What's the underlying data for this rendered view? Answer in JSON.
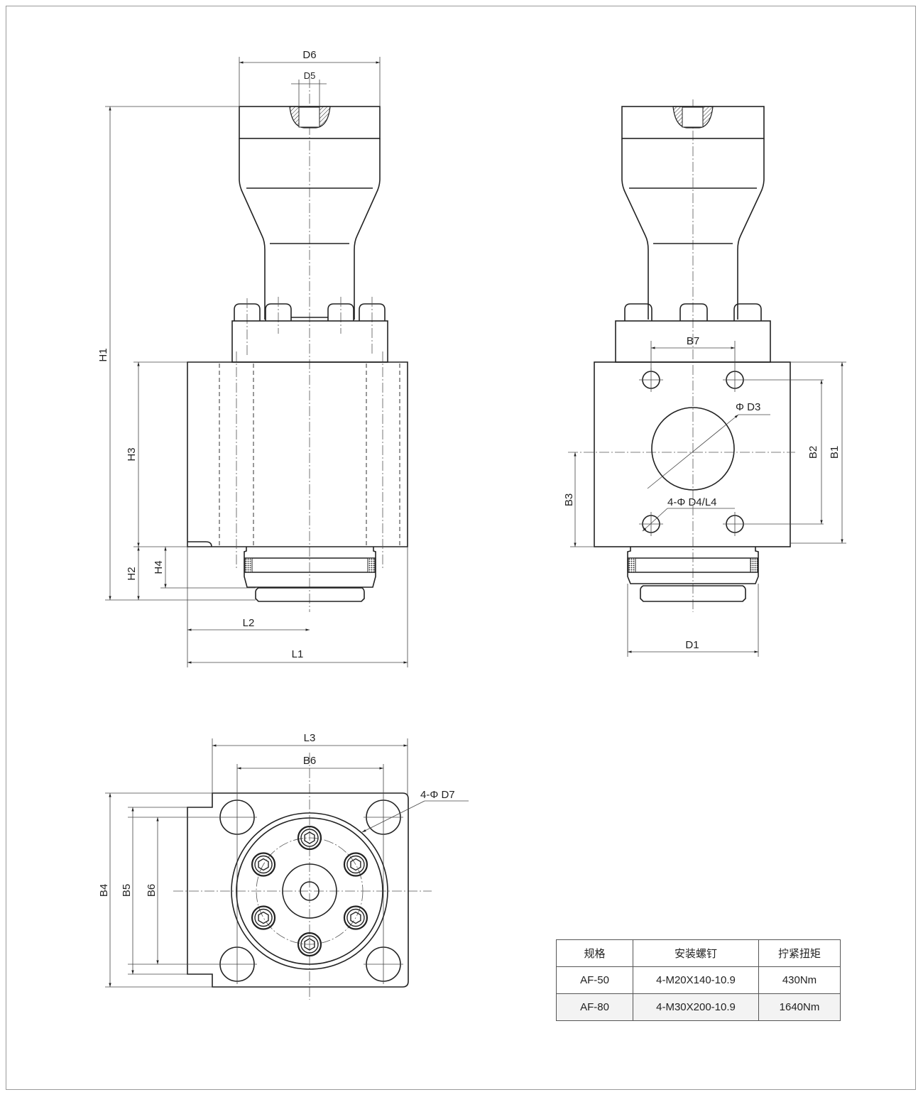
{
  "front_view": {
    "labels": {
      "d6": "D6",
      "d5": "D5",
      "h1": "H1",
      "h3": "H3",
      "h2": "H2",
      "h4": "H4",
      "l2": "L2",
      "l1": "L1"
    }
  },
  "side_view": {
    "labels": {
      "b7": "B7",
      "d3": "Φ D3",
      "b2": "B2",
      "b1": "B1",
      "b3": "B3",
      "d4": "4-Φ D4/L4",
      "d1": "D1"
    }
  },
  "bottom_view": {
    "labels": {
      "l3": "L3",
      "b6_top": "B6",
      "d7": "4-Φ D7",
      "b4": "B4",
      "b5": "B5",
      "b6_side": "B6"
    }
  },
  "spec_table": {
    "headers": [
      "规格",
      "安装螺钉",
      "拧紧扭矩"
    ],
    "rows": [
      [
        "AF-50",
        "4-M20X140-10.9",
        "430Nm"
      ],
      [
        "AF-80",
        "4-M30X200-10.9",
        "1640Nm"
      ]
    ]
  }
}
